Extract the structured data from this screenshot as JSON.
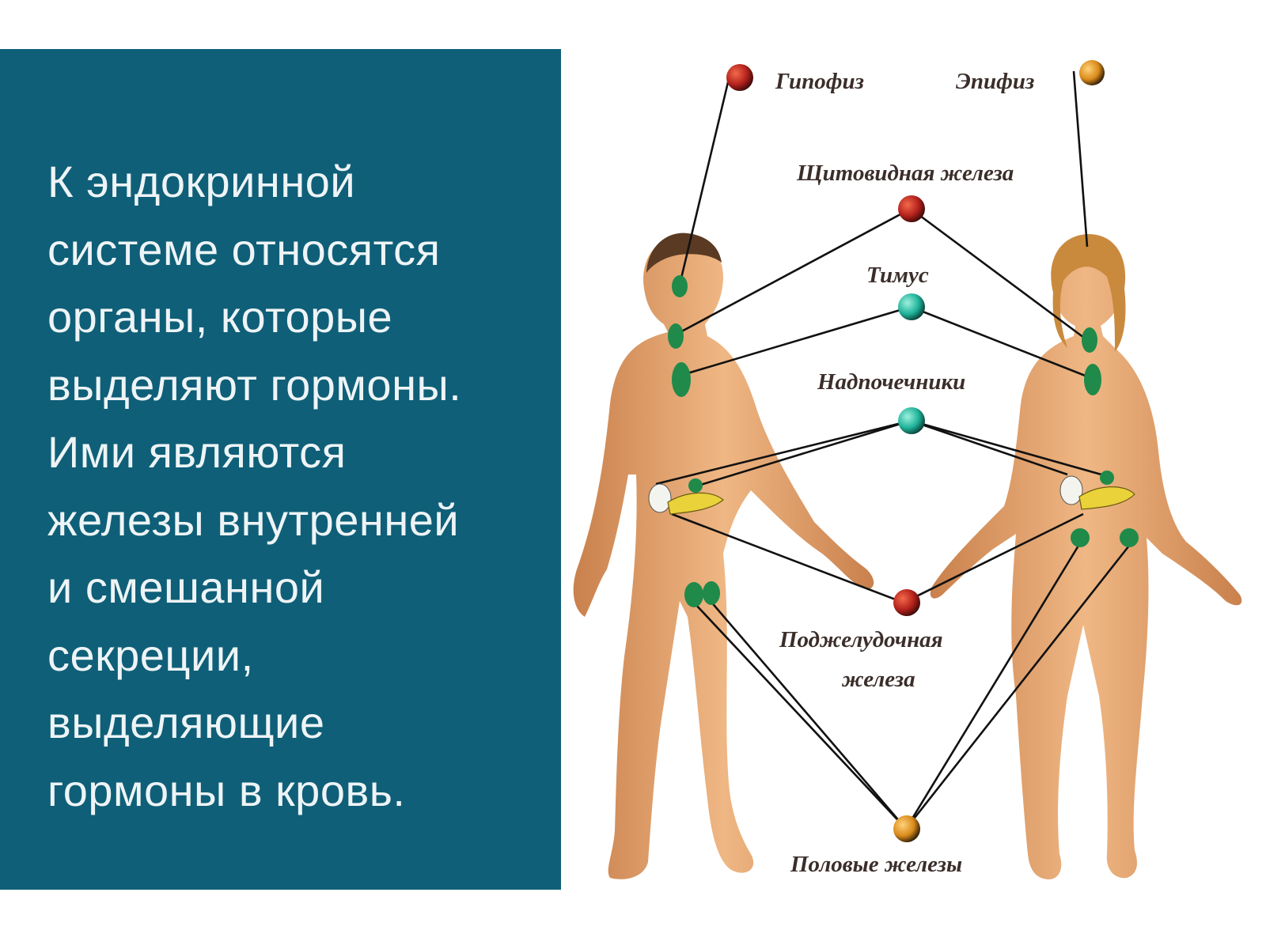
{
  "panel": {
    "lines": [
      "К эндокринной",
      "системе относятся",
      "органы, которые",
      "выделяют гормоны.",
      "Ими являются",
      "железы внутренней",
      "и смешанной",
      "секреции,",
      "выделяющие",
      "гормоны в кровь."
    ],
    "background_color": "#0f5f78",
    "text_color": "#eef4f6"
  },
  "diagram": {
    "labels": {
      "pituitary": "Гипофиз",
      "pineal": "Эпифиз",
      "thyroid": "Щитовидная железа",
      "thymus": "Тимус",
      "adrenals": "Надпочечники",
      "pancreas_line1": "Поджелудочная",
      "pancreas_line2": "железа",
      "gonads": "Половые железы"
    },
    "colors": {
      "red_node": "#b3211c",
      "teal_node": "#1fb39a",
      "orange_node": "#d98a1a",
      "gland": "#1f8a4a",
      "pancreas": "#e9d23a",
      "skin": "#e7a36e"
    }
  }
}
